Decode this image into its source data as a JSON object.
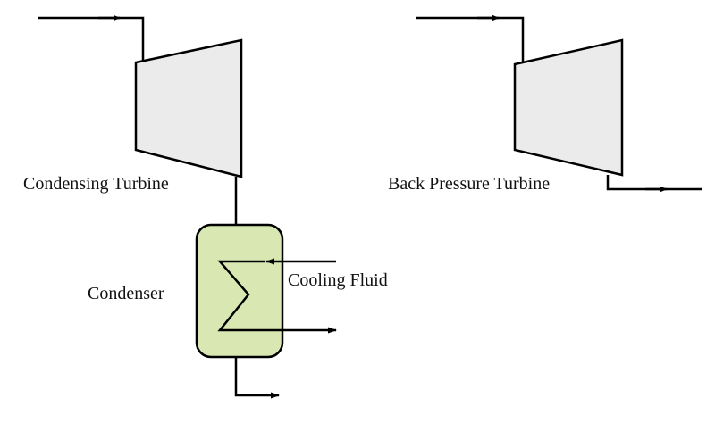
{
  "labels": {
    "condensing_turbine": "Condensing Turbine",
    "back_pressure_turbine": "Back Pressure Turbine",
    "condenser": "Condenser",
    "cooling_fluid": "Cooling Fluid"
  },
  "colors": {
    "turbine_fill": "#ebebeb",
    "condenser_fill": "#d9e8b3",
    "line": "#000000"
  }
}
